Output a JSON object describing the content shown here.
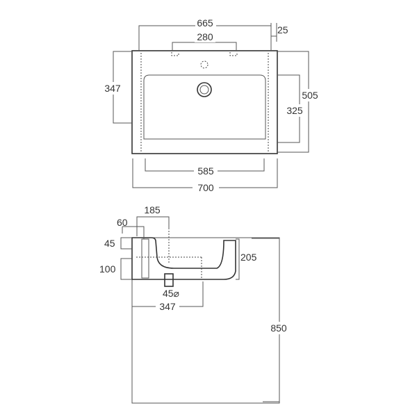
{
  "colors": {
    "line": "#333333",
    "background": "#ffffff"
  },
  "top_view": {
    "dims": {
      "width_total": "665",
      "tap_spacing": "280",
      "rim_offset": "25",
      "depth_left": "347",
      "depth_total": "505",
      "bowl_depth": "325",
      "bowl_width": "585",
      "overall_width": "700"
    }
  },
  "side_view": {
    "dims": {
      "waste_offset": "185",
      "wall_gap": "60",
      "rim_height": "45",
      "bowl_height": "205",
      "front_height": "100",
      "waste_diameter": "45⌀",
      "waste_projection": "347",
      "install_height": "850"
    }
  }
}
